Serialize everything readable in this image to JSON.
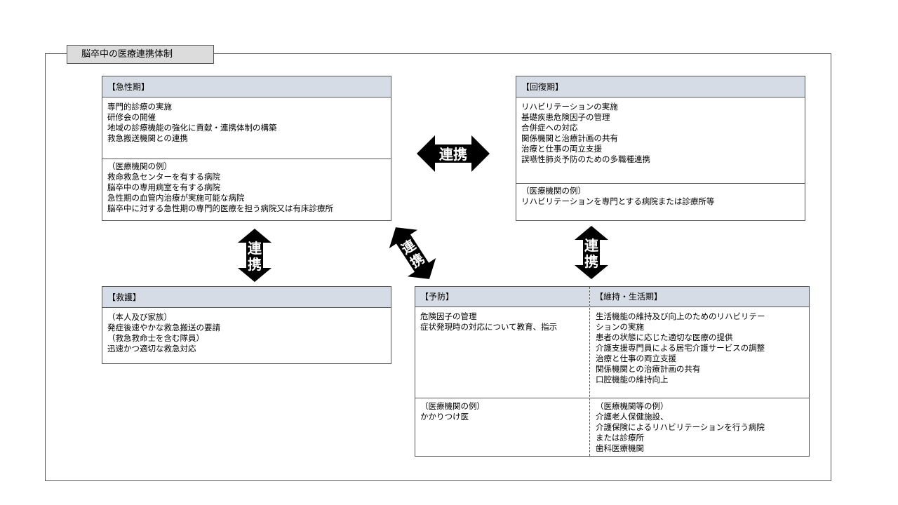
{
  "title": "脳卒中の医療連携体制",
  "acute": {
    "header": "【急性期】",
    "items": [
      "専門的診療の実施",
      "研修会の開催",
      "地域の診療機能の強化に貢献・連携体制の構築",
      "救急搬送機関との連携"
    ],
    "examples": [
      "（医療機関の例）",
      "救命救急センターを有する病院",
      "脳卒中の専用病室を有する病院",
      "急性期の血管内治療が実施可能な病院",
      "脳卒中に対する急性期の専門的医療を担う病院又は有床診療所"
    ]
  },
  "recovery": {
    "header": "【回復期】",
    "items": [
      "リハビリテーションの実施",
      "基礎疾患危険因子の管理",
      "合併症への対応",
      "関係機関と治療計画の共有",
      "治療と仕事の両立支援",
      "誤嚥性肺炎予防のための多職種連携"
    ],
    "examples": [
      "（医療機関の例）",
      "リハビリテーションを専門とする病院または診療所等"
    ]
  },
  "rescue": {
    "header": "【救護】",
    "items": [
      "（本人及び家族）",
      "発症後速やかな救急搬送の要請",
      "（救急救命士を含む隊員）",
      "迅速かつ適切な救急対応"
    ]
  },
  "prevention": {
    "header": "【予防】",
    "items": [
      "危険因子の管理",
      "症状発現時の対応について教育、指示"
    ],
    "examples": [
      "（医療機関の例）",
      "かかりつけ医"
    ]
  },
  "maintenance": {
    "header": "【維持・生活期】",
    "items": [
      "生活機能の維持及び向上のためのリハビリテー",
      "ションの実施",
      "患者の状態に応じた適切な医療の提供",
      "介護支援専門員による居宅介護サービスの調整",
      "治療と仕事の両立支援",
      "関係機関との治療計画の共有",
      "口腔機能の維持向上"
    ],
    "examples": [
      "（医療機関等の例）",
      "介護老人保健施設、",
      "介護保険によるリハビリテーションを行う病院",
      "または診療所",
      "歯科医療機関"
    ]
  },
  "arrows": {
    "acute_recovery": "連携",
    "acute_rescue": [
      "連",
      "携"
    ],
    "acute_maintenance": [
      "連",
      "携"
    ],
    "recovery_maintenance": [
      "連",
      "携"
    ]
  }
}
